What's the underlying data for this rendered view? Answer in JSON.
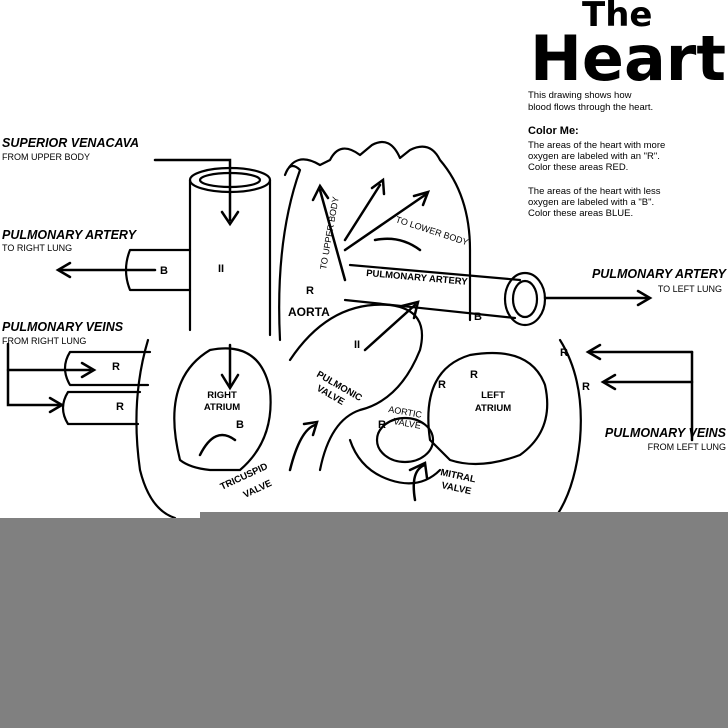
{
  "title": {
    "line1": "The",
    "line2": "Heart"
  },
  "intro": [
    "This drawing shows how",
    "blood flows through the heart."
  ],
  "instructions": {
    "heading": "Color Me:",
    "red": [
      "The areas of the heart with more",
      "oxygen are labeled with an \"R\".",
      "Color these areas RED."
    ],
    "blue": [
      "The areas of the heart with less",
      "oxygen are labeled with a \"B\".",
      "Color these areas BLUE."
    ]
  },
  "labels": {
    "superior_vena_cava": {
      "name": "SUPERIOR VENACAVA",
      "sub": "FROM UPPER BODY"
    },
    "pulmonary_artery_left": {
      "name": "PULMONARY ARTERY",
      "sub": "TO RIGHT LUNG"
    },
    "pulmonary_veins_left": {
      "name": "PULMONARY VEINS",
      "sub": "FROM RIGHT LUNG"
    },
    "pulmonary_artery_right": {
      "name": "PULMONARY ARTERY",
      "sub": "TO LEFT LUNG"
    },
    "pulmonary_veins_right": {
      "name": "PULMONARY VEINS",
      "sub": "FROM LEFT LUNG"
    },
    "pulmonary_artery_center": "PULMONARY ARTERY",
    "aorta": "AORTA",
    "to_upper_body": "TO UPPER BODY",
    "to_lower_body": "TO LOWER BODY",
    "right_atrium": [
      "RIGHT",
      "ATRIUM"
    ],
    "left_atrium": [
      "LEFT",
      "ATRIUM"
    ],
    "pulmonic_valve": [
      "PULMONIC",
      "VALVE"
    ],
    "aortic_valve": [
      "AORTIC",
      "VALVE"
    ],
    "tricuspid_valve": [
      "TRICUSPID",
      "VALVE"
    ],
    "mitral_valve": [
      "MITRAL",
      "VALVE"
    ]
  },
  "markers": {
    "red": "R",
    "blue": "B"
  }
}
